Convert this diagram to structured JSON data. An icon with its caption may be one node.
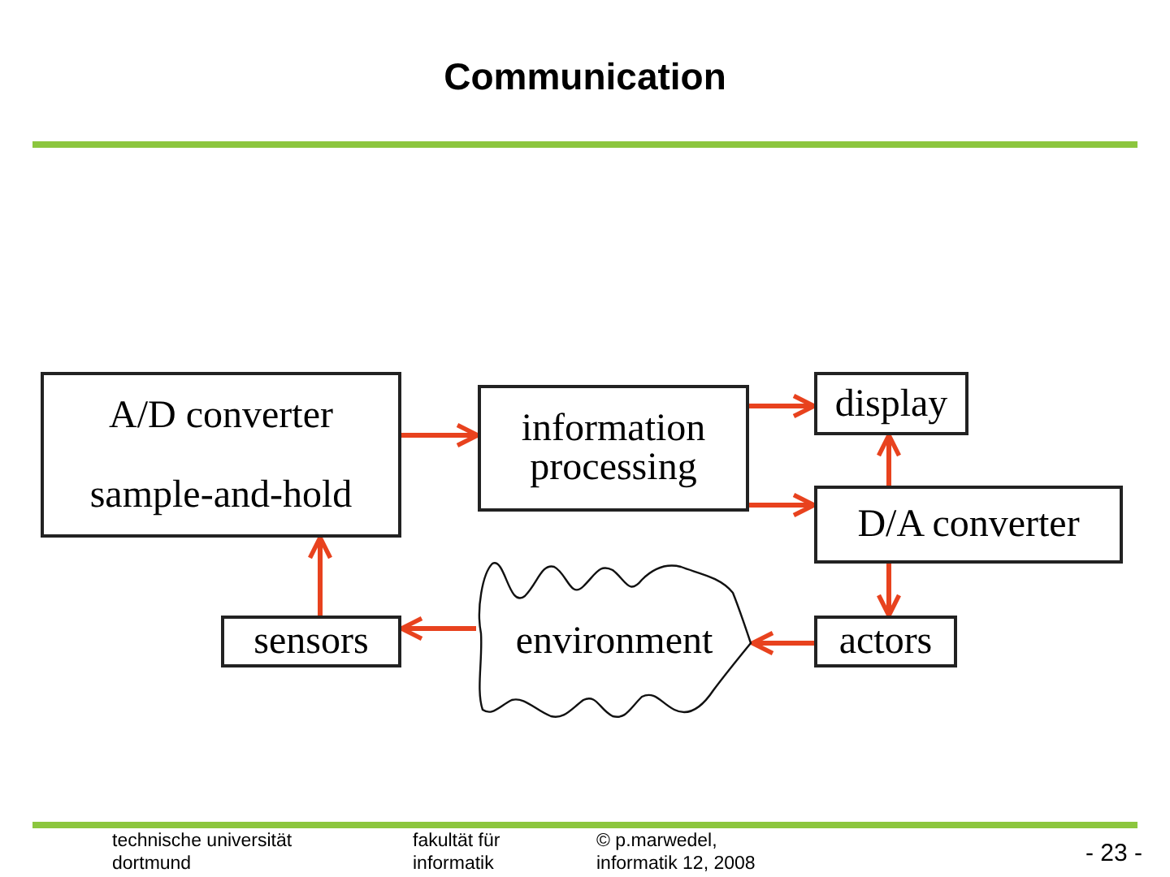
{
  "diagram": {
    "title": "Communication",
    "nodes": [
      {
        "text": [
          "A/D converter",
          "sample-and-hold"
        ]
      },
      {
        "text": [
          "information processing"
        ]
      },
      {
        "text": [
          "display"
        ]
      },
      {
        "text": [
          "D/A converter"
        ]
      },
      {
        "text": [
          "sensors"
        ]
      },
      {
        "text": [
          "environment"
        ]
      },
      {
        "text": [
          "actors"
        ]
      }
    ],
    "edges": [
      {
        "from": 0,
        "to": 1,
        "arrow": "to"
      },
      {
        "from": 1,
        "to": 2,
        "arrow": "to"
      },
      {
        "from": 1,
        "to": 3,
        "arrow": "to"
      },
      {
        "from": 3,
        "to": 2,
        "arrow": "to"
      },
      {
        "from": 3,
        "to": 6,
        "arrow": "to"
      },
      {
        "from": 6,
        "to": 5,
        "arrow": "to"
      },
      {
        "from": 5,
        "to": 4,
        "arrow": "to"
      },
      {
        "from": 4,
        "to": 0,
        "arrow": "to"
      }
    ],
    "labels": [
      "technische universität dortmund",
      "fakultät für informatik",
      "© p.marwedel, informatik 12, 2008",
      "- 23 -"
    ]
  }
}
